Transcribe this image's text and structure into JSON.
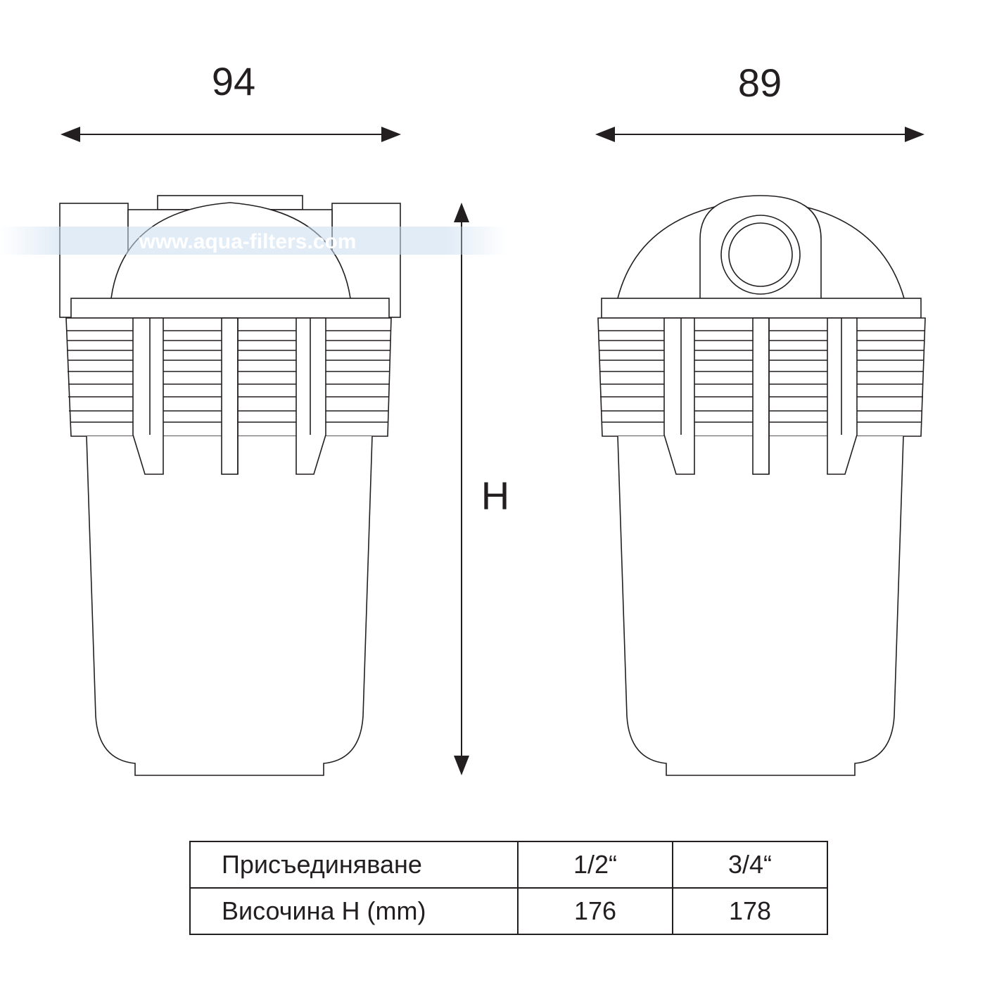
{
  "dimensions": {
    "width_front": "94",
    "width_side": "89",
    "height_symbol": "H"
  },
  "watermark": "www.aqua-filters.com",
  "spec_table": {
    "rows": [
      {
        "label": "Присъединяване",
        "values": [
          "1/2“",
          "3/4“"
        ]
      },
      {
        "label": "Височина H (mm)",
        "values": [
          "176",
          "178"
        ]
      }
    ]
  },
  "colors": {
    "line": "#231f20",
    "watermark_band": "#c9dcef"
  }
}
